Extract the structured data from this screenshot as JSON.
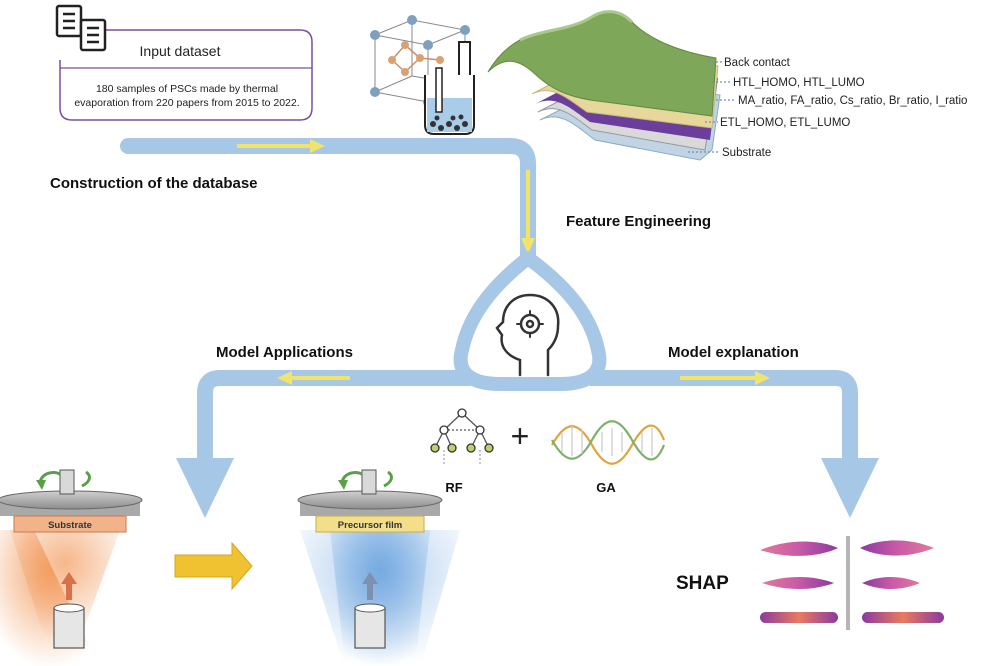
{
  "input": {
    "title": "Input dataset",
    "desc_line1": "180 samples of PSCs made by thermal",
    "desc_line2": "evaporation from 220 papers from 2015 to 2022."
  },
  "labels": {
    "construction": "Construction of the database",
    "feature_engineering": "Feature Engineering",
    "model_applications": "Model Applications",
    "model_explanation": "Model explanation",
    "rf": "RF",
    "ga": "GA",
    "plus": "+",
    "shap": "SHAP"
  },
  "layers": {
    "back_contact": "Back contact",
    "htl": "HTL_HOMO, HTL_LUMO",
    "ratios": "MA_ratio, FA_ratio, Cs_ratio, Br_ratio, I_ratio",
    "etl": "ETL_HOMO, ETL_LUMO",
    "substrate": "Substrate"
  },
  "devices": {
    "left_plate": "Substrate",
    "right_plate": "Precursor film"
  },
  "colors": {
    "flow_blue": "#a7c7e7",
    "arrow_yellow": "#f2e36b",
    "layer_green": "#7fa75a",
    "layer_yellow": "#e8d79a",
    "layer_purple": "#6a3e9a",
    "layer_blue": "#9fbcd6",
    "input_border": "#7a4f9e",
    "glow_orange": "#f29a5c",
    "glow_blue": "#6fa6e0"
  }
}
